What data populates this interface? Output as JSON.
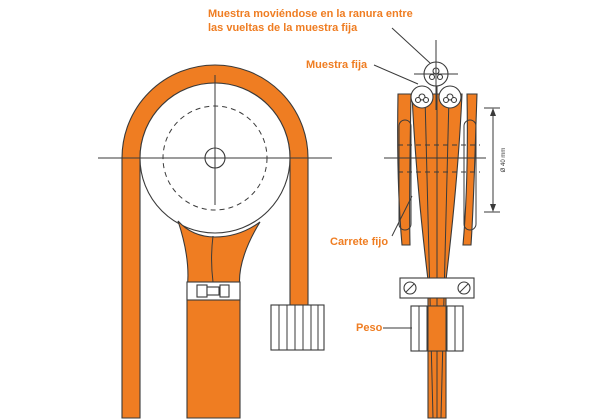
{
  "labels": {
    "moving_sample_line1": "Muestra moviéndose en la ranura entre",
    "moving_sample_line2": "las vueltas de la muestra fija",
    "fixed_sample": "Muestra fija",
    "fixed_reel": "Carrete fijo",
    "weight": "Peso",
    "dimension": "Ø 40 mm"
  },
  "colors": {
    "accent": "#ef7d22",
    "line": "#3a3a3a",
    "background": "#ffffff"
  }
}
